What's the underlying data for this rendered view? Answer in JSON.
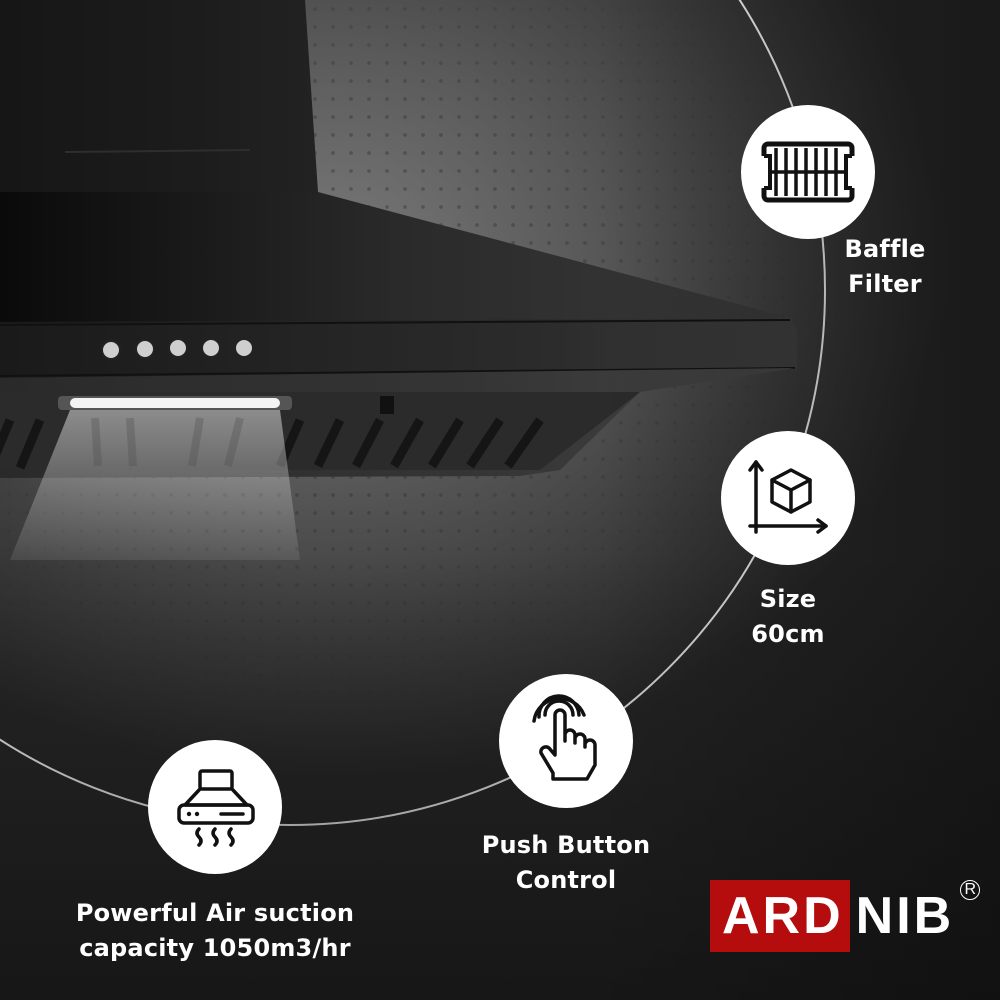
{
  "product_image": {
    "subject": "black chimney kitchen hood",
    "control_buttons_count": 5
  },
  "features": [
    {
      "icon": "baffle-filter-icon",
      "line1": "Baffle",
      "line2": "Filter"
    },
    {
      "icon": "size-cube-icon",
      "line1": "Size",
      "line2": "60cm"
    },
    {
      "icon": "push-button-hand-icon",
      "line1": "Push Button",
      "line2": "Control"
    },
    {
      "icon": "range-hood-icon",
      "line1": "Powerful Air suction",
      "line2": "capacity 1050m3/hr"
    }
  ],
  "brand": {
    "part_red": "ARD",
    "part_white": "NIB",
    "registered_mark": "R",
    "red_color": "#b50d0d"
  }
}
